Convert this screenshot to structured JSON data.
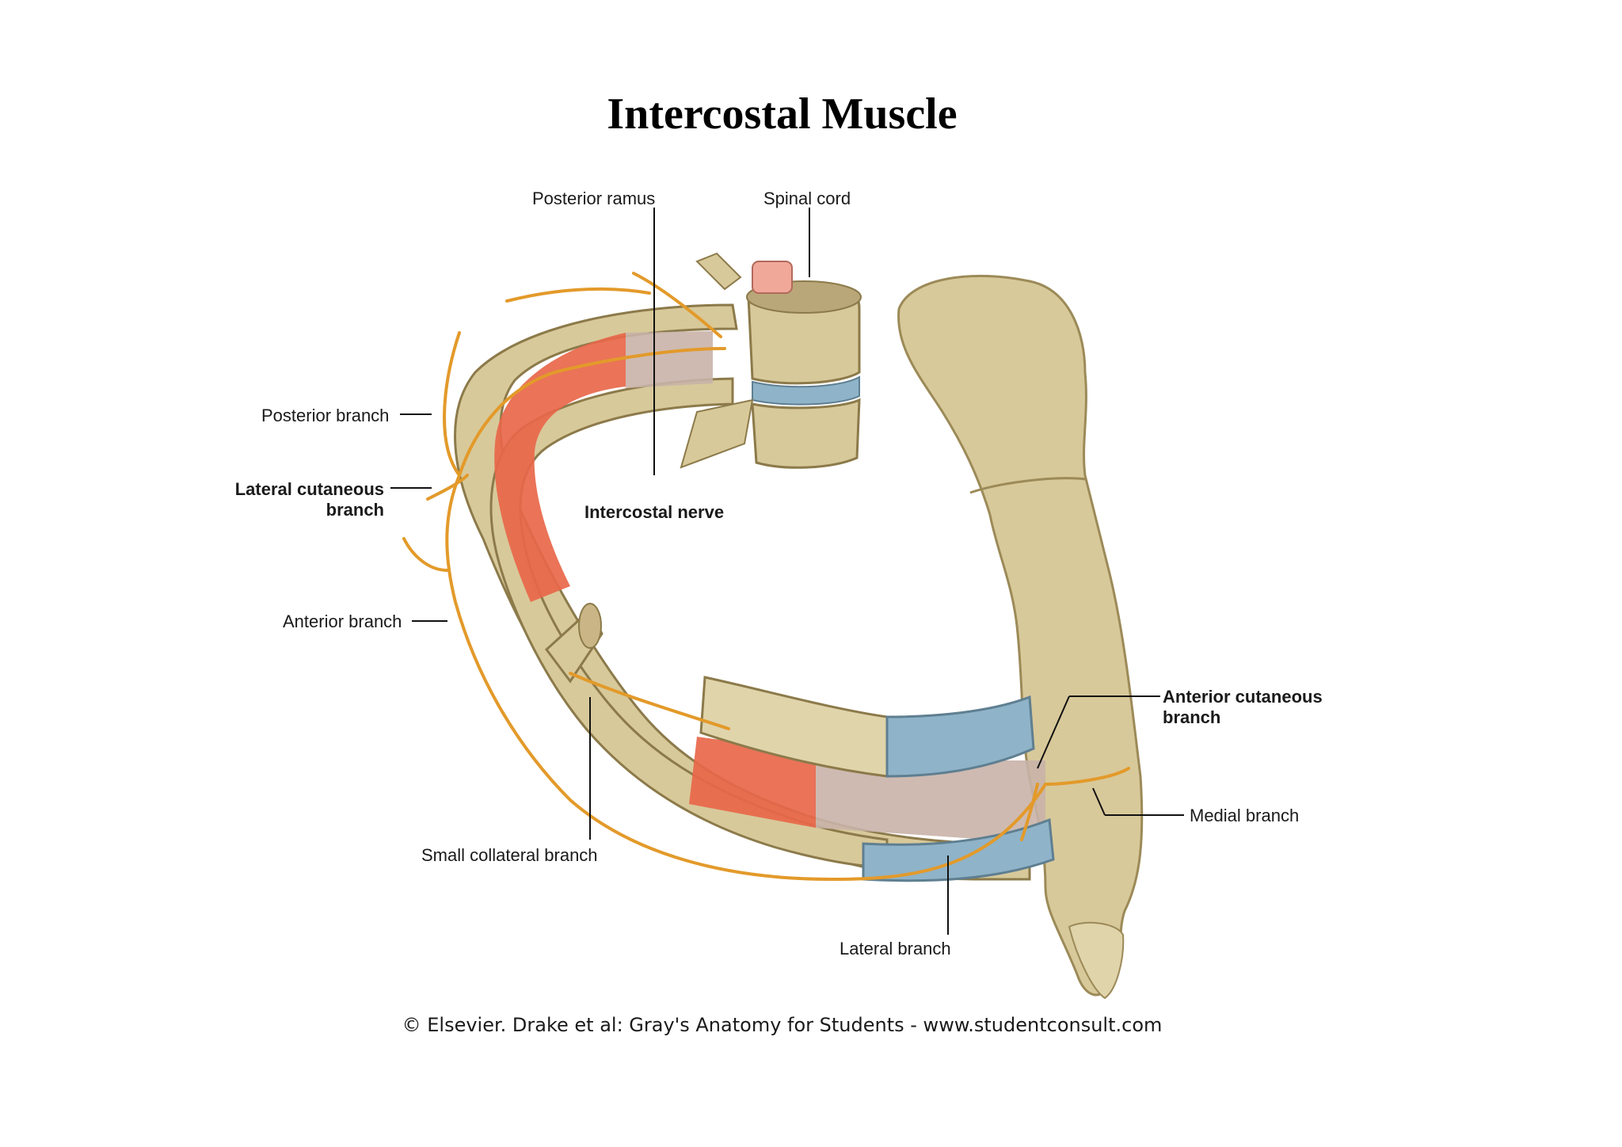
{
  "title": "Intercostal Muscle",
  "labels": {
    "posterior_ramus": "Posterior ramus",
    "spinal_cord": "Spinal cord",
    "posterior_branch": "Posterior branch",
    "lateral_cutaneous_1": "Lateral cutaneous",
    "lateral_cutaneous_2": "branch",
    "intercostal_nerve": "Intercostal nerve",
    "anterior_branch": "Anterior branch",
    "anterior_cutaneous_1": "Anterior cutaneous",
    "anterior_cutaneous_2": "branch",
    "medial_branch": "Medial branch",
    "small_collateral_branch": "Small collateral branch",
    "lateral_branch": "Lateral branch"
  },
  "credit": "© Elsevier. Drake et al: Gray's Anatomy for Students - www.studentconsult.com",
  "colors": {
    "bone": "#d8c99a",
    "bone_shadow": "#b5a36c",
    "muscle": "#e8674a",
    "membrane": "#c9b3a8",
    "cartilage": "#8fb3c8",
    "nerve": "#e39a2a",
    "spinal_cord": "#f0a898"
  }
}
